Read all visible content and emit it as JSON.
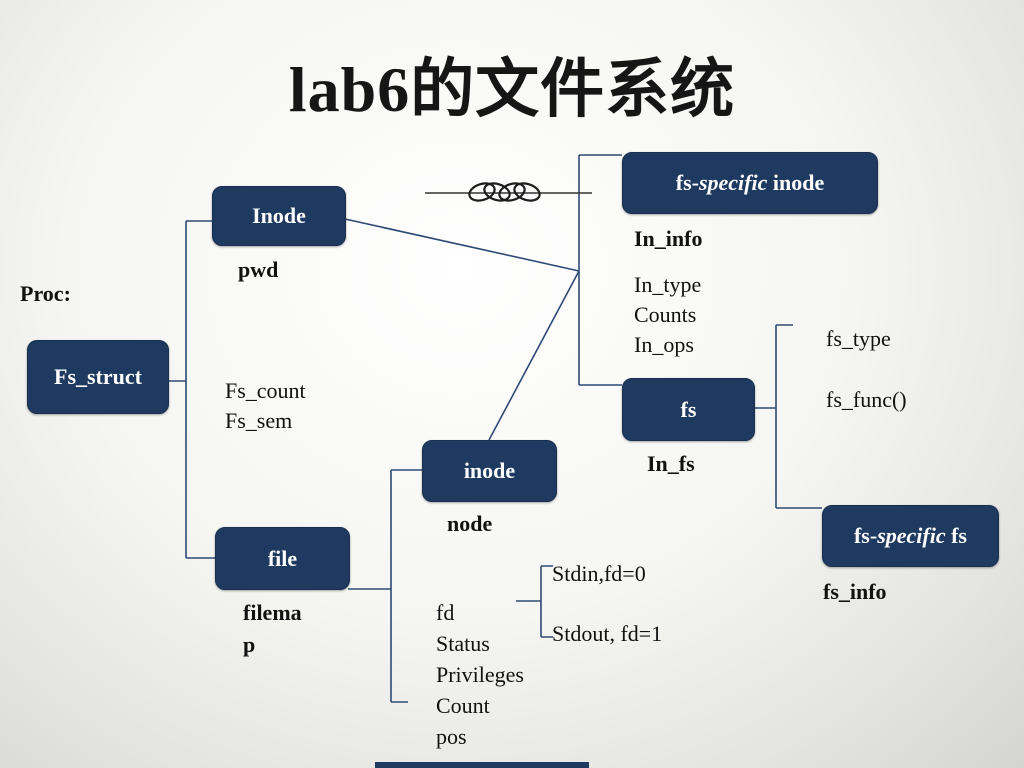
{
  "title": "lab6的文件系统",
  "boxes": {
    "inode_cap": {
      "label": "Inode"
    },
    "fs_specific_inode": {
      "prefix": "fs-",
      "italic": "specific",
      "suffix": " inode"
    },
    "fs_struct": {
      "label": "Fs_struct"
    },
    "fs": {
      "label": "fs"
    },
    "inode": {
      "label": "inode"
    },
    "file": {
      "label": "file"
    },
    "fs_specific_fs": {
      "prefix": "fs-",
      "italic": "specific",
      "suffix": " fs"
    }
  },
  "labels": {
    "proc": "Proc:",
    "pwd": "pwd",
    "in_info": "In_info",
    "in_list": [
      "In_type",
      "Counts",
      "In_ops"
    ],
    "fs_type": "fs_type",
    "fs_func": "fs_func()",
    "fs_count_sem": [
      "Fs_count",
      "Fs_sem"
    ],
    "in_fs": "In_fs",
    "node": "node",
    "filemap": [
      "filema",
      "p"
    ],
    "fd_list": [
      "fd",
      "Status",
      "Privileges",
      "Count",
      "pos"
    ],
    "stdin": "Stdin,fd=0",
    "stdout": "Stdout, fd=1",
    "fs_info": "fs_info"
  },
  "icons": {
    "chain_ornament": "chain-links",
    "footer_bar": "navy-strip"
  },
  "colors": {
    "box_fill": "#1f3a60",
    "connector_line": "#2d4a74",
    "title_text": "#161616",
    "body_text": "#111111",
    "box_text": "#ffffff"
  }
}
